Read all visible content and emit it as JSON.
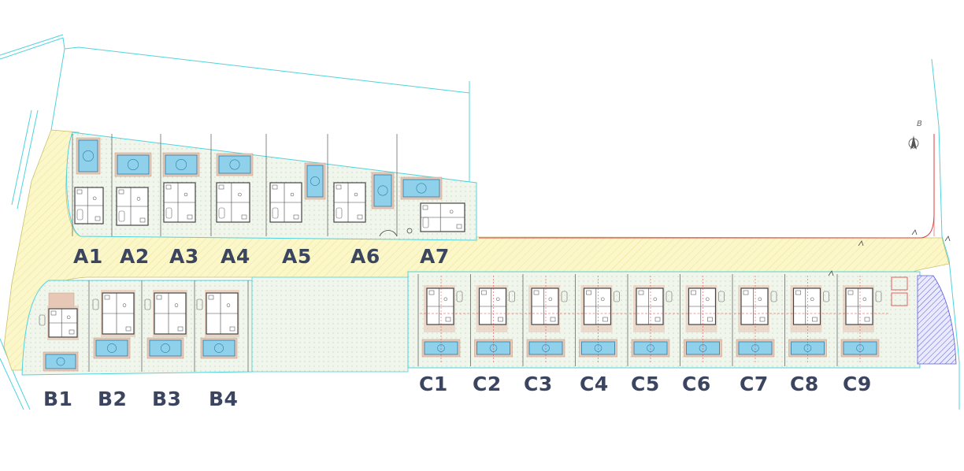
{
  "site_plan": {
    "colors": {
      "boundary": "#4fd3dd",
      "road_fill": "#fbf7c8",
      "green_fill": "#eef5e6",
      "lot_fill": "#f2f7ee",
      "terrace": "#e7c7b5",
      "pool": "#8fd0ea",
      "pool_edge": "#2a7ea8",
      "house_line": "#444444",
      "dimension_red": "#e23b3b",
      "label": "#3b4560",
      "hatch_blue": "#5a5ae0"
    },
    "north_arrow_letter": "B",
    "rows": {
      "A": {
        "labels": [
          "A1",
          "A2",
          "A3",
          "A4",
          "A5",
          "A6",
          "A7"
        ]
      },
      "B": {
        "labels": [
          "B1",
          "B2",
          "B3",
          "B4"
        ]
      },
      "C": {
        "labels": [
          "C1",
          "C2",
          "C3",
          "C4",
          "C5",
          "C6",
          "C7",
          "C8",
          "C9"
        ]
      }
    }
  }
}
